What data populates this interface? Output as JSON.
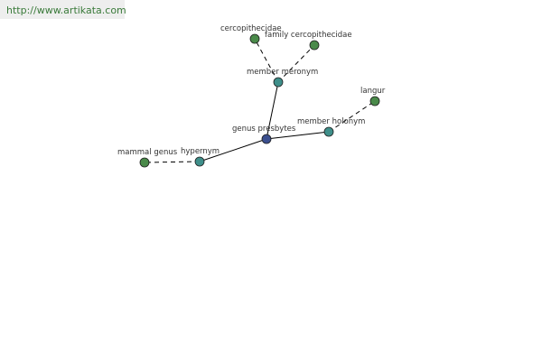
{
  "header": {
    "url": "http://www.artikata.com"
  },
  "colors": {
    "background": "#ffffff",
    "url_bar_bg": "#eeeeee",
    "url_text": "#3a7a3a",
    "edge": "#000000",
    "label": "#333333",
    "node_center": "#3b4f8f",
    "node_relation": "#3f8f8a",
    "node_leaf": "#4a8a4a"
  },
  "graph": {
    "nodes": [
      {
        "id": "genus-presbytes",
        "label": "genus presbytes",
        "kind": "center"
      },
      {
        "id": "member-meronym",
        "label": "member meronym",
        "kind": "relation"
      },
      {
        "id": "member-holonym",
        "label": "member holonym",
        "kind": "relation"
      },
      {
        "id": "hypernym",
        "label": "hypernym",
        "kind": "relation"
      },
      {
        "id": "cercopithecidae",
        "label": "cercopithecidae",
        "kind": "leaf"
      },
      {
        "id": "family-cercopithecidae",
        "label": "family cercopithecidae",
        "kind": "leaf"
      },
      {
        "id": "langur",
        "label": "langur",
        "kind": "leaf"
      },
      {
        "id": "mammal-genus",
        "label": "mammal genus",
        "kind": "leaf"
      }
    ],
    "edges": [
      {
        "from": "genus-presbytes",
        "to": "member-meronym",
        "style": "solid"
      },
      {
        "from": "genus-presbytes",
        "to": "member-holonym",
        "style": "solid"
      },
      {
        "from": "genus-presbytes",
        "to": "hypernym",
        "style": "solid"
      },
      {
        "from": "member-meronym",
        "to": "cercopithecidae",
        "style": "dashed"
      },
      {
        "from": "member-meronym",
        "to": "family-cercopithecidae",
        "style": "dashed"
      },
      {
        "from": "member-holonym",
        "to": "langur",
        "style": "dashed"
      },
      {
        "from": "hypernym",
        "to": "mammal-genus",
        "style": "dashed"
      }
    ]
  }
}
